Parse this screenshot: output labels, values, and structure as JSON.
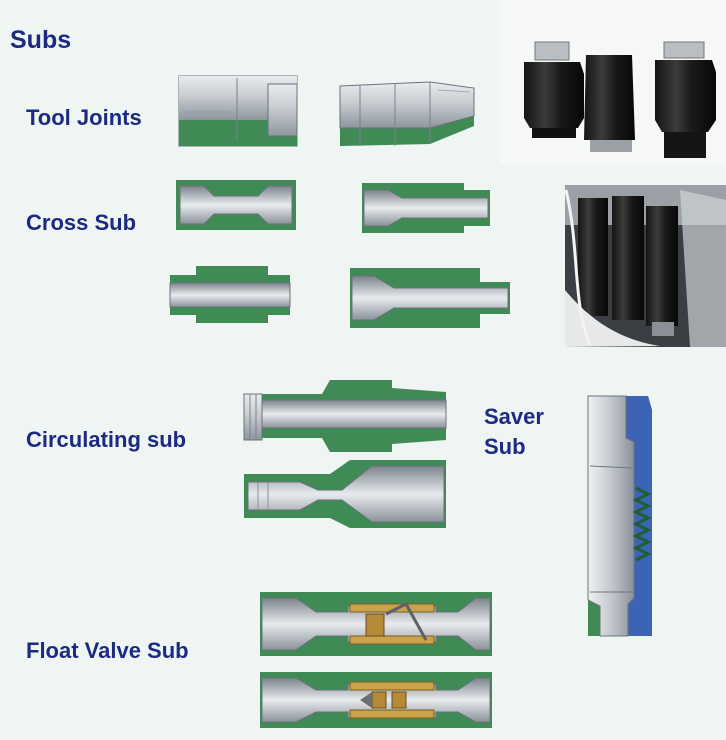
{
  "title": "Subs",
  "labels": {
    "tool_joints": "Tool Joints",
    "cross_sub": "Cross Sub",
    "circulating_sub": "Circulating sub",
    "saver_sub_line1": "Saver",
    "saver_sub_line2": "Sub",
    "float_valve_sub": "Float Valve Sub"
  },
  "colors": {
    "background": "#eef5f3",
    "label": "#1c2a80",
    "body_green": "#3f8a55",
    "steel": "#c9ced3",
    "steel_dark": "#8c939b"
  }
}
